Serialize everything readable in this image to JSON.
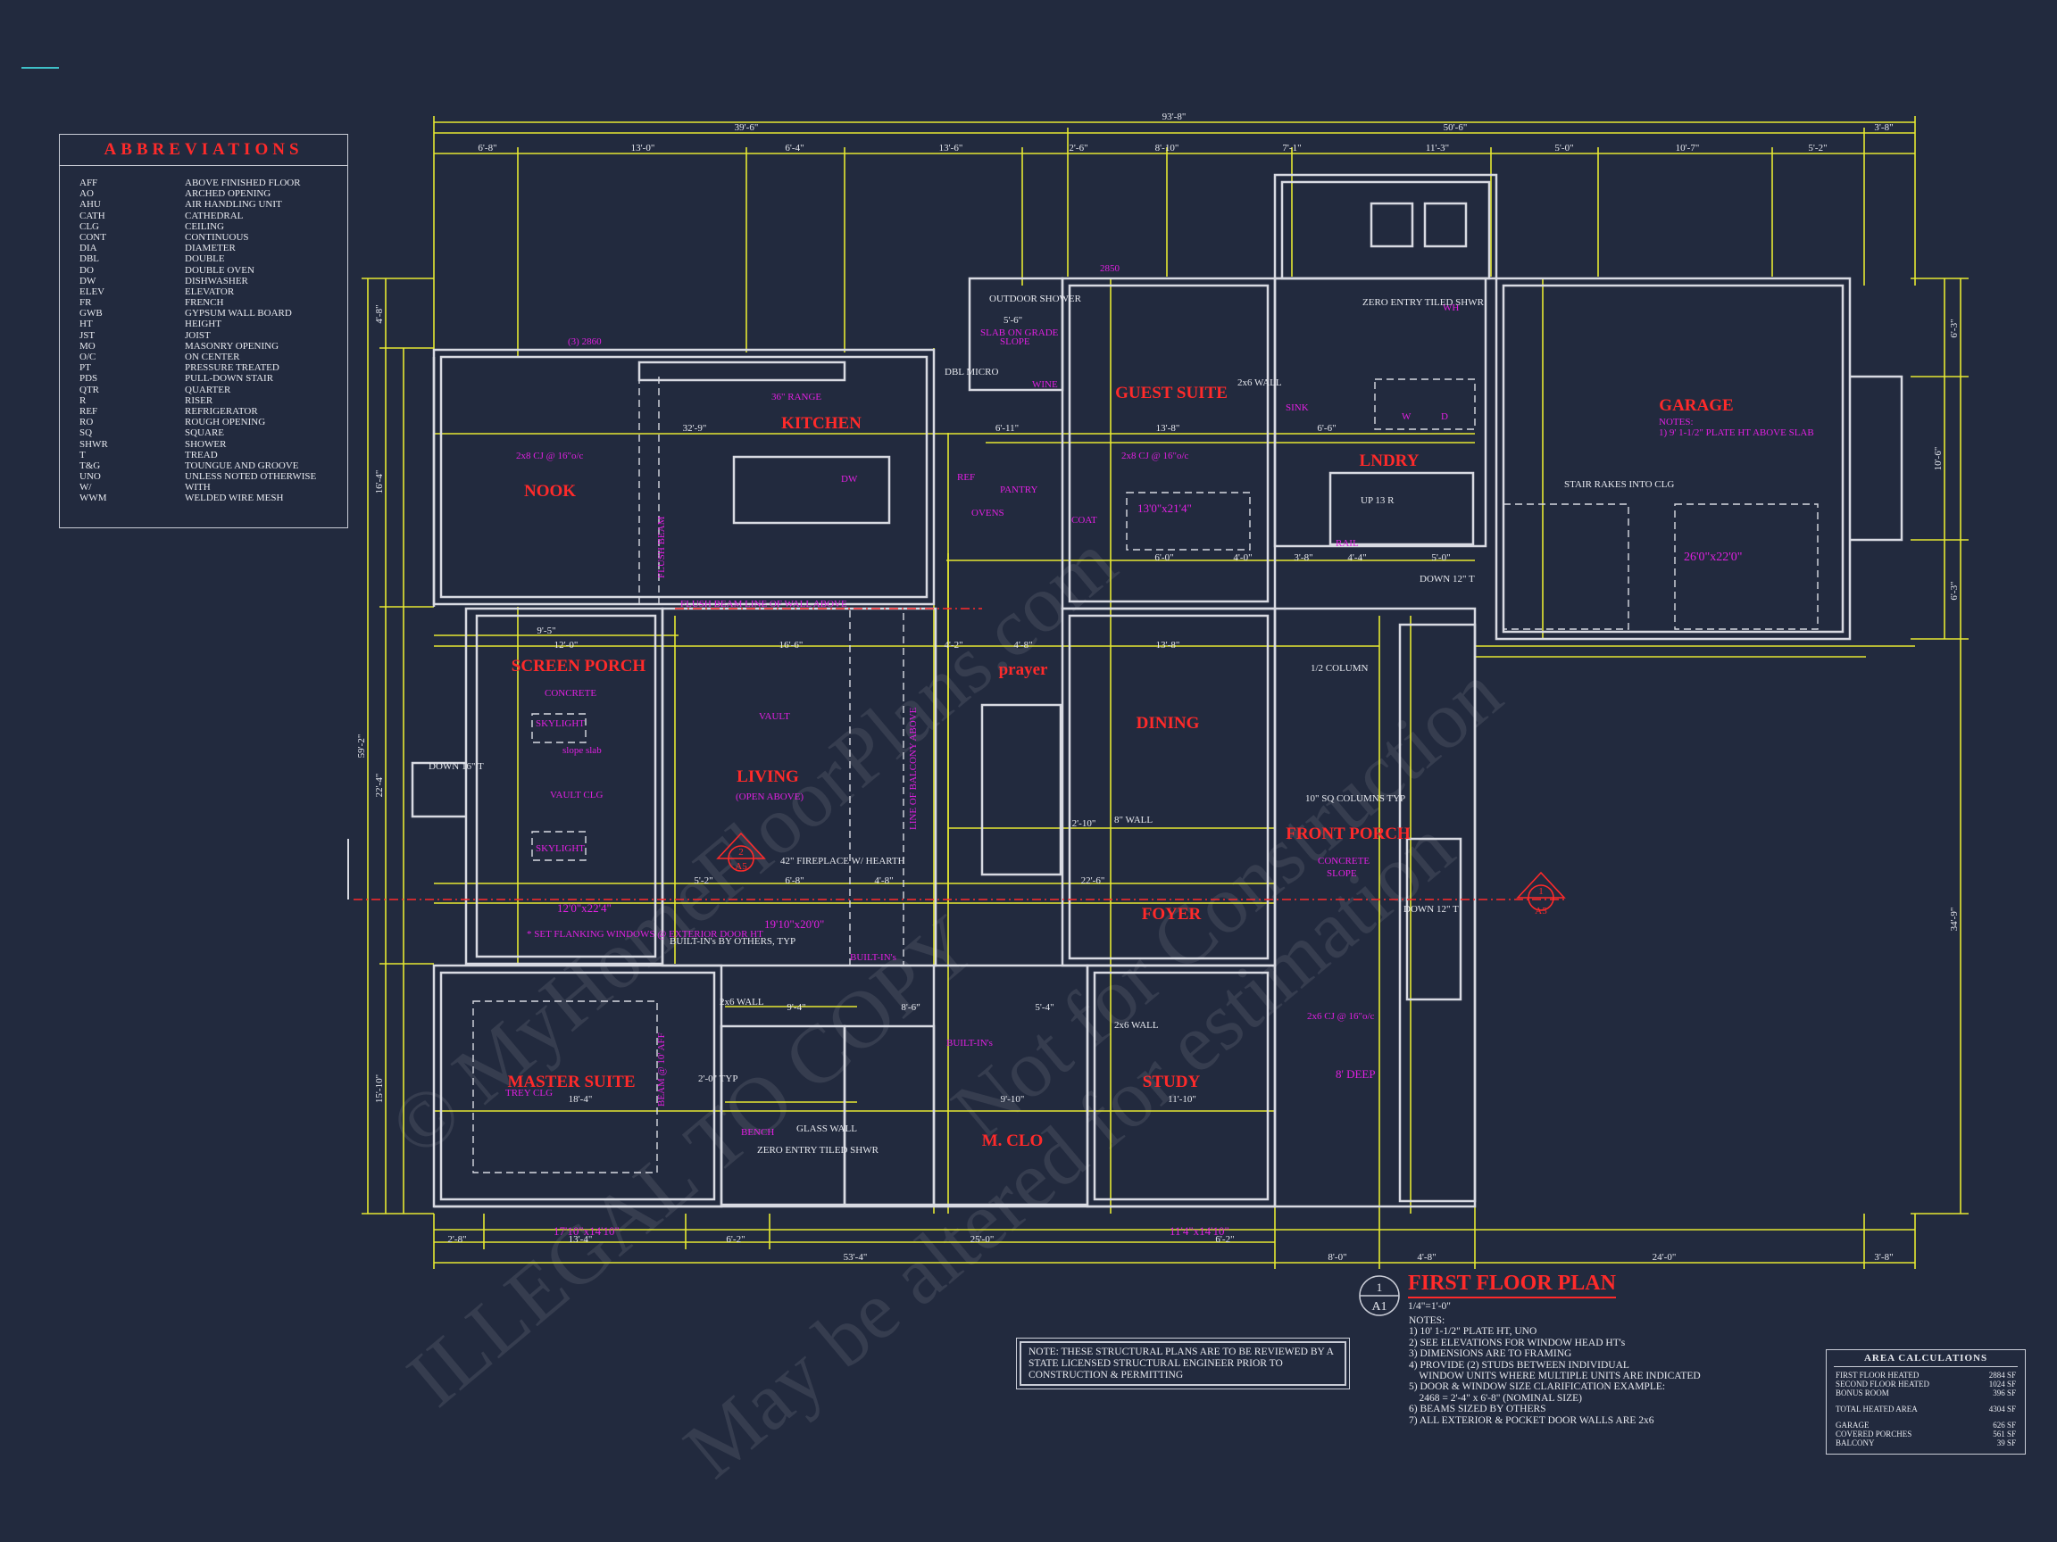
{
  "abbreviations": {
    "title": "ABBREVIATIONS",
    "items": [
      {
        "code": "AFF",
        "meaning": "ABOVE FINISHED FLOOR"
      },
      {
        "code": "AO",
        "meaning": "ARCHED OPENING"
      },
      {
        "code": "AHU",
        "meaning": "AIR HANDLING UNIT"
      },
      {
        "code": "CATH",
        "meaning": "CATHEDRAL"
      },
      {
        "code": "CLG",
        "meaning": "CEILING"
      },
      {
        "code": "CONT",
        "meaning": "CONTINUOUS"
      },
      {
        "code": "DIA",
        "meaning": "DIAMETER"
      },
      {
        "code": "DBL",
        "meaning": "DOUBLE"
      },
      {
        "code": "DO",
        "meaning": "DOUBLE OVEN"
      },
      {
        "code": "DW",
        "meaning": "DISHWASHER"
      },
      {
        "code": "ELEV",
        "meaning": "ELEVATOR"
      },
      {
        "code": "FR",
        "meaning": "FRENCH"
      },
      {
        "code": "GWB",
        "meaning": "GYPSUM WALL BOARD"
      },
      {
        "code": "HT",
        "meaning": "HEIGHT"
      },
      {
        "code": "JST",
        "meaning": "JOIST"
      },
      {
        "code": "MO",
        "meaning": "MASONRY OPENING"
      },
      {
        "code": "O/C",
        "meaning": "ON CENTER"
      },
      {
        "code": "PT",
        "meaning": "PRESSURE TREATED"
      },
      {
        "code": "PDS",
        "meaning": "PULL-DOWN STAIR"
      },
      {
        "code": "QTR",
        "meaning": "QUARTER"
      },
      {
        "code": "R",
        "meaning": "RISER"
      },
      {
        "code": "REF",
        "meaning": "REFRIGERATOR"
      },
      {
        "code": "RO",
        "meaning": "ROUGH OPENING"
      },
      {
        "code": "SQ",
        "meaning": "SQUARE"
      },
      {
        "code": "SHWR",
        "meaning": "SHOWER"
      },
      {
        "code": "T",
        "meaning": "TREAD"
      },
      {
        "code": "T&G",
        "meaning": "TOUNGUE AND GROOVE"
      },
      {
        "code": "UNO",
        "meaning": "UNLESS NOTED OTHERWISE"
      },
      {
        "code": "W/",
        "meaning": "WITH"
      },
      {
        "code": "WWM",
        "meaning": "WELDED WIRE MESH"
      }
    ]
  },
  "rooms": {
    "nook": "NOOK",
    "kitchen": "KITCHEN",
    "guest_suite": "GUEST SUITE",
    "garage": "GARAGE",
    "lndry": "LNDRY",
    "screen_porch": "SCREEN PORCH",
    "screen_porch_sub": "CONCRETE",
    "living": "LIVING",
    "living_sub": "(OPEN ABOVE)",
    "dining": "DINING",
    "prayer": "prayer",
    "front_porch": "FRONT PORCH",
    "front_porch_sub": "CONCRETE",
    "foyer": "FOYER",
    "master_suite": "MASTER SUITE",
    "master_sub": "TREY CLG",
    "study": "STUDY",
    "m_clo": "M. CLO"
  },
  "labels": {
    "outdoor_shower": "OUTDOOR SHOWER",
    "outdoor_shower_dim": "5'-6\"",
    "slab_on_grade": "SLAB ON GRADE",
    "slope": "SLOPE",
    "dbl_micro": "DBL MICRO",
    "wine": "WINE",
    "range": "36\" RANGE",
    "dw": "DW",
    "ref": "REF",
    "pantry": "PANTRY",
    "ovens": "OVENS",
    "coat": "COAT",
    "zero_entry_top": "ZERO ENTRY TILED SHWR",
    "wall_2x6": "2x6 WALL",
    "sink": "SINK",
    "wh": "WH",
    "w": "W",
    "d": "D",
    "garage_notes": "NOTES:",
    "garage_note1": "1) 9' 1-1/2\" PLATE HT ABOVE SLAB",
    "stair_rakes": "STAIR RAKES INTO CLG",
    "up_stair": "UP 13 R",
    "rail": "RAIL",
    "down_stair": "DOWN 12\" T",
    "flush_beam": "FLUSH BEAM",
    "flush_beam2": "FLUSH BEAM LINE OF WALL ABOVE",
    "half_column": "1/2 COLUMN",
    "skylight": "SKYLIGHT",
    "vault": "VAULT",
    "vault_clg": "VAULT CLG",
    "slope_slab": "slope slab",
    "down_porch": "DOWN 16\" T",
    "fireplace": "42\" FIREPLACE W/ HEARTH",
    "built_ins": "BUILT-IN's BY OTHERS, TYP",
    "built_in": "BUILT-IN's",
    "set_flanking": "* SET FLANKING WINDOWS @ EXTERIOR DOOR HT",
    "line_of_balcony": "LINE OF BALCONY ABOVE",
    "wall_8": "8\" WALL",
    "columns": "10\" SQ COLUMNS TYP",
    "down_front": "DOWN 12\" T",
    "deep_8": "8' DEEP",
    "glass_wall": "GLASS WALL",
    "zero_entry_bot": "ZERO ENTRY TILED SHWR",
    "bench": "BENCH",
    "typ_20": "2'-0\" TYP",
    "cj_16": "2x8 CJ @ 16\"o/c",
    "cj_16b": "2x6 CJ @ 16\"o/c",
    "garage_size": "26'0\"x22'0\"",
    "master_size": "17'10\"x14'10\"",
    "living_size": "12'0\"x22'4\"",
    "study_size": "11'4\"x14'10\"",
    "porch_size": "13'0\"x21'4\"",
    "foyer_size": "19'10\"x20'0\"",
    "beam_label": "BEAM @ 10' AFF",
    "sq_2850": "2850",
    "three_2860": "(3) 2860"
  },
  "plan_title": {
    "title": "FIRST FLOOR PLAN",
    "scale": "1/4\"=1'-0\"",
    "ref_num": "1",
    "ref_sheet": "A1"
  },
  "notes": {
    "heading": "NOTES:",
    "items": [
      "1) 10' 1-1/2\" PLATE HT, UNO",
      "2) SEE ELEVATIONS FOR WINDOW HEAD HT's",
      "3) DIMENSIONS ARE TO FRAMING",
      "4) PROVIDE (2) STUDS BETWEEN INDIVIDUAL",
      "    WINDOW UNITS WHERE MULTIPLE UNITS ARE INDICATED",
      "5) DOOR & WINDOW SIZE CLARIFICATION EXAMPLE:",
      "    2468 = 2'-4\" x 6'-8\" (NOMINAL SIZE)",
      "6) BEAMS SIZED BY OTHERS",
      "7) ALL EXTERIOR & POCKET DOOR WALLS ARE 2x6"
    ]
  },
  "structural_note": "NOTE: THESE STRUCTURAL PLANS ARE TO BE REVIEWED BY A STATE LICENSED STRUCTURAL ENGINEER PRIOR TO CONSTRUCTION & PERMITTING",
  "area_calculations": {
    "title": "AREA CALCULATIONS",
    "heated": [
      {
        "label": "FIRST FLOOR HEATED",
        "value": "2884 SF"
      },
      {
        "label": "SECOND FLOOR HEATED",
        "value": "1024 SF"
      },
      {
        "label": "BONUS ROOM",
        "value": "396 SF"
      }
    ],
    "total": {
      "label": "TOTAL HEATED AREA",
      "value": "4304 SF"
    },
    "other": [
      {
        "label": "GARAGE",
        "value": "626 SF"
      },
      {
        "label": "COVERED PORCHES",
        "value": "561 SF"
      },
      {
        "label": "BALCONY",
        "value": "39 SF"
      }
    ]
  },
  "dimensions": {
    "top_overall": "93'-8\"",
    "top_left": "39'-6\"",
    "top_right": "50'-6\"",
    "top_end": "3'-8\"",
    "top_segments": [
      "6'-8\"",
      "13'-0\"",
      "6'-4\"",
      "13'-6\"",
      "2'-6\"",
      "8'-10\"",
      "7'-1\"",
      "11'-3\"",
      "5'-0\"",
      "10'-7\"",
      "5'-2\""
    ],
    "bottom_overall_left": "53'-4\"",
    "bottom_segments": [
      "2'-8\"",
      "13'-4\"",
      "6'-2\"",
      "25'-0\"",
      "6'-2\"",
      "8'-0\"",
      "4'-8\"",
      "24'-0\"",
      "3'-8\""
    ],
    "left_overall": "59'-2\"",
    "left_segments": [
      "4'-8\"",
      "16'-4\"",
      "22'-4\"",
      "15'-10\""
    ],
    "right_overall": "34'-9\"",
    "right_segments": [
      "6'-3\"",
      "10'-6\"",
      "6'-3\""
    ],
    "interior": [
      "32'-9\"",
      "6'-11\"",
      "13'-8\"",
      "6'-6\"",
      "9'-5\"",
      "12'-0\"",
      "16'-6\"",
      "4'-2\"",
      "4'-8\"",
      "13'-8\"",
      "22'-6\"",
      "18'-4\"",
      "11'-10\"",
      "9'-4\"",
      "8'-6\"",
      "5'-4\"",
      "9'-10\"",
      "6'-8\"",
      "4'-8\"",
      "5'-2\"",
      "2'-10\"",
      "6'-0\"",
      "4'-0\"",
      "3'-8\"",
      "4'-4\"",
      "5'-0\""
    ]
  },
  "watermark": [
    "ILLEGAL TO COPY",
    "© MyHomeFloorPlans.com",
    "Not for Construction",
    "May be altered for estimation"
  ],
  "section_markers": [
    {
      "num": "1",
      "sheet": "A5"
    },
    {
      "num": "2",
      "sheet": "A5"
    }
  ],
  "colors": {
    "background": "#222a3e",
    "walls": "#d8dae2",
    "dimensions": "#e6e832",
    "room_labels": "#ff2a2a",
    "annotations": "#e020e0",
    "text": "#e6e8ee"
  }
}
